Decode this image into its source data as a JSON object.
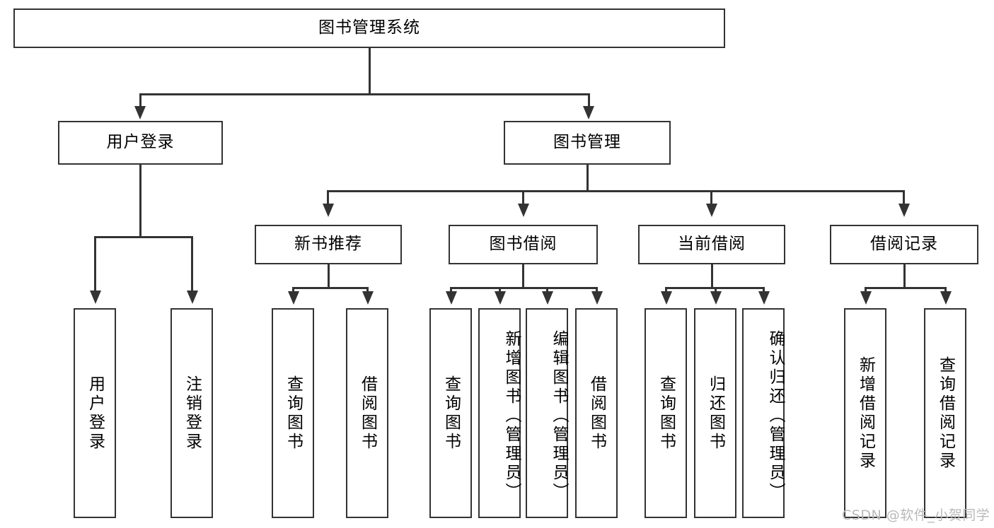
{
  "diagram": {
    "type": "tree",
    "title": "图书管理系统",
    "root": {
      "label": "图书管理系统"
    },
    "level2": [
      {
        "label": "用户登录"
      },
      {
        "label": "图书管理"
      }
    ],
    "level3": [
      {
        "label": "新书推荐"
      },
      {
        "label": "图书借阅"
      },
      {
        "label": "当前借阅"
      },
      {
        "label": "借阅记录"
      }
    ],
    "leaves": {
      "user_login": [
        {
          "label": "用户登录"
        },
        {
          "label": "注销登录"
        }
      ],
      "new_book_recommend": [
        {
          "label": "查询图书"
        },
        {
          "label": "借阅图书"
        }
      ],
      "book_borrow": [
        {
          "label": "查询图书"
        },
        {
          "label": "新增图书（管理员）"
        },
        {
          "label": "编辑图书（管理员）"
        },
        {
          "label": "借阅图书"
        }
      ],
      "current_borrow": [
        {
          "label": "查询图书"
        },
        {
          "label": "归还图书"
        },
        {
          "label": "确认归还（管理员）"
        }
      ],
      "borrow_record": [
        {
          "label": "新增借阅记录"
        },
        {
          "label": "查询借阅记录"
        }
      ]
    }
  },
  "watermark": {
    "text": "CSDN @软件_小贺同学"
  },
  "colors": {
    "stroke": "#333333",
    "background": "#ffffff",
    "text": "#000000",
    "watermark": "#b9b9b9"
  }
}
